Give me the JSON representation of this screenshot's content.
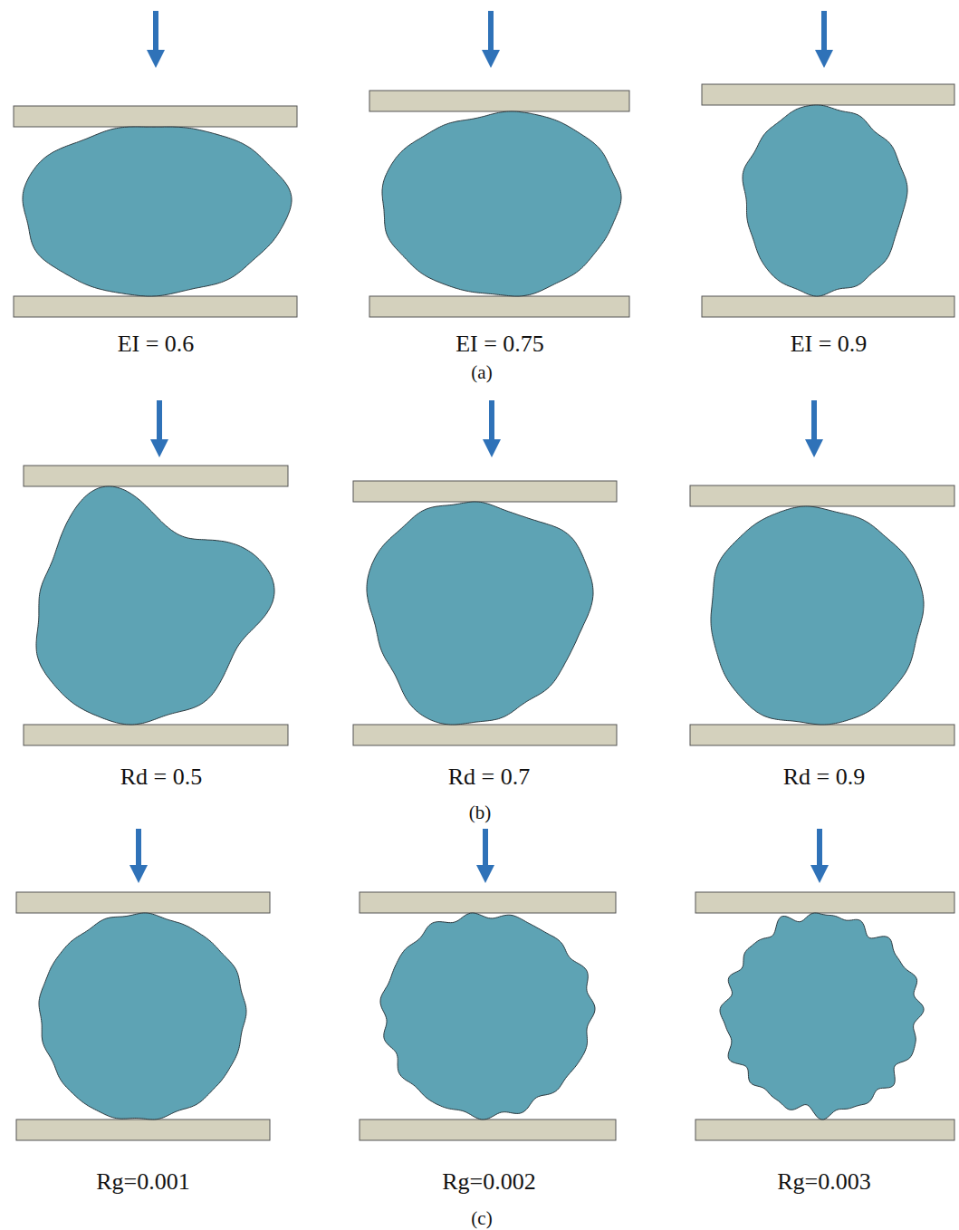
{
  "diagram": {
    "labels": [
      "EI = 0.6",
      "EI = 0.75",
      "EI = 0.9",
      "(a)",
      "Rd = 0.5",
      "Rd = 0.7",
      "Rd = 0.9",
      "(b)",
      "Rg=0.001",
      "Rg=0.002",
      "Rg=0.003",
      "(c)"
    ]
  }
}
